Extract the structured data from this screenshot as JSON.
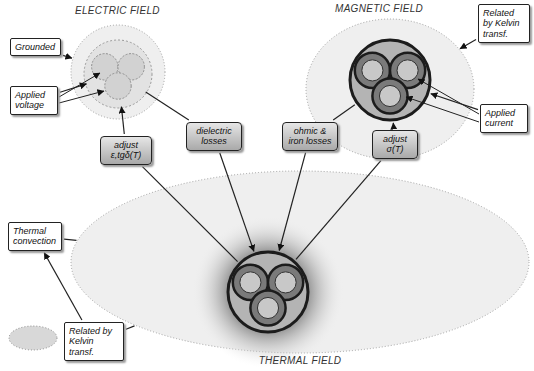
{
  "diagram": {
    "nodes": [
      {
        "text": [
          "ELECTRIC FIELD"
        ]
      },
      {
        "text": [
          "MAGNETIC FIELD"
        ]
      },
      {
        "text": [
          "THERMAL FIELD"
        ]
      },
      {
        "text": [
          "Grounded"
        ]
      },
      {
        "text": [
          "Applied voltage"
        ]
      },
      {
        "text": [
          "Related by Kelvin transf."
        ]
      },
      {
        "text": [
          "Applied current"
        ]
      },
      {
        "text": [
          "adjust ε,tgδ(T)"
        ]
      },
      {
        "text": [
          "dielectric losses"
        ]
      },
      {
        "text": [
          "ohmic & iron losses"
        ]
      },
      {
        "text": [
          "adjust σ(T)"
        ]
      },
      {
        "text": [
          "Thermal convection"
        ]
      },
      {
        "text": [
          "Related by Kelvin transf."
        ]
      }
    ],
    "edges": [
      {
        "from": 3,
        "to": 0,
        "arrow": "to"
      },
      {
        "from": 4,
        "to": 0,
        "arrow": "to"
      },
      {
        "from": 5,
        "to": 1,
        "arrow": "to"
      },
      {
        "from": 6,
        "to": 1,
        "arrow": "to"
      },
      {
        "from": 7,
        "to": 0,
        "arrow": "to"
      },
      {
        "from": 2,
        "to": 7,
        "arrow": "none"
      },
      {
        "from": 0,
        "to": 8,
        "arrow": "none"
      },
      {
        "from": 8,
        "to": 2,
        "arrow": "to"
      },
      {
        "from": 1,
        "to": 9,
        "arrow": "none"
      },
      {
        "from": 9,
        "to": 2,
        "arrow": "to"
      },
      {
        "from": 2,
        "to": 10,
        "arrow": "none"
      },
      {
        "from": 10,
        "to": 1,
        "arrow": "to"
      },
      {
        "from": 2,
        "to": 11,
        "arrow": "none"
      },
      {
        "from": 12,
        "to": 11,
        "arrow": "to"
      },
      {
        "from": 12,
        "to": 2,
        "arrow": "none"
      }
    ]
  }
}
